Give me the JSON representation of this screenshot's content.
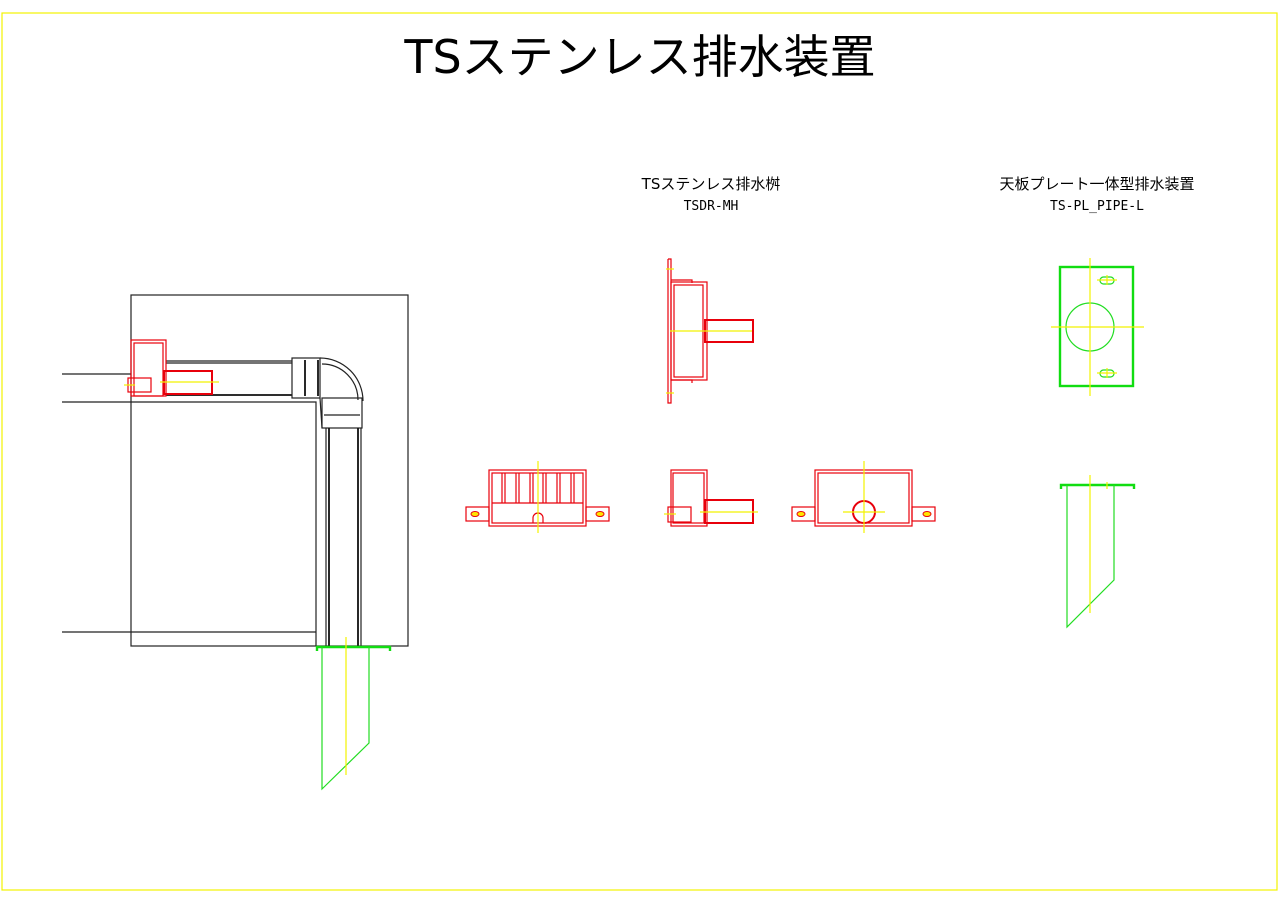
{
  "drawing": {
    "title": "TSステンレス排水装置",
    "views": [
      {
        "name": "TSステンレス排水桝",
        "model": "TSDR-MH"
      },
      {
        "name": "天板プレート一体型排水装置",
        "model": "TS-PL_PIPE-L"
      }
    ]
  },
  "colors": {
    "frame": "#f2f200",
    "outline": "#222222",
    "basin": "#e8000b",
    "plate_pipe": "#22dd22",
    "centerline": "#f2f200"
  }
}
